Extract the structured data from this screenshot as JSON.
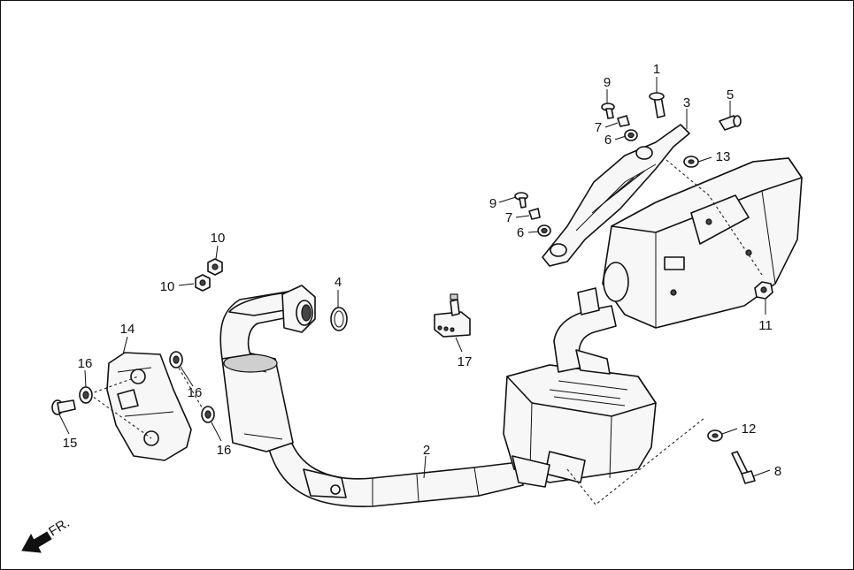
{
  "callouts": [
    {
      "id": "c1",
      "text": "1"
    },
    {
      "id": "c2",
      "text": "2"
    },
    {
      "id": "c3",
      "text": "3"
    },
    {
      "id": "c4",
      "text": "4"
    },
    {
      "id": "c5",
      "text": "5"
    },
    {
      "id": "c6a",
      "text": "6"
    },
    {
      "id": "c6b",
      "text": "6"
    },
    {
      "id": "c7a",
      "text": "7"
    },
    {
      "id": "c7b",
      "text": "7"
    },
    {
      "id": "c8",
      "text": "8"
    },
    {
      "id": "c9a",
      "text": "9"
    },
    {
      "id": "c9b",
      "text": "9"
    },
    {
      "id": "c10a",
      "text": "10"
    },
    {
      "id": "c10b",
      "text": "10"
    },
    {
      "id": "c11",
      "text": "11"
    },
    {
      "id": "c12",
      "text": "12"
    },
    {
      "id": "c13",
      "text": "13"
    },
    {
      "id": "c14",
      "text": "14"
    },
    {
      "id": "c15",
      "text": "15"
    },
    {
      "id": "c16a",
      "text": "16"
    },
    {
      "id": "c16b",
      "text": "16"
    },
    {
      "id": "c16c",
      "text": "16"
    },
    {
      "id": "c17",
      "text": "17"
    }
  ],
  "direction_label": "FR.",
  "icons": [
    "front-direction-arrow-icon"
  ]
}
